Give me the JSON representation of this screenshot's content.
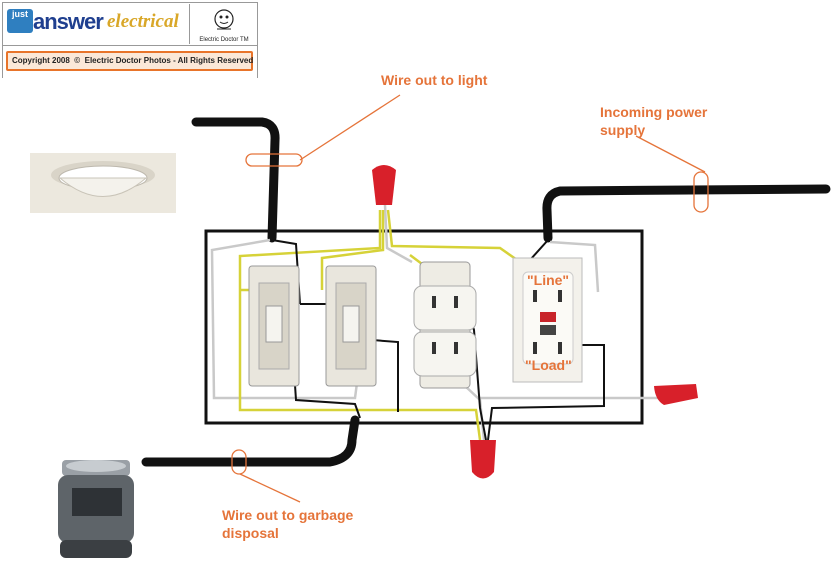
{
  "logo": {
    "just": "just",
    "answer": "answer",
    "electrical": "electrical",
    "doctor_name": "Electric Doctor TM",
    "copyright": "Copyright 2008",
    "copyright_symbol": "©",
    "rights": "Electric Doctor Photos - All Rights Reserved"
  },
  "labels": {
    "wire_out_light": "Wire out to light",
    "incoming_power_1": "Incoming power",
    "incoming_power_2": "supply",
    "garbage_1": "Wire out to garbage",
    "garbage_2": "disposal",
    "line": "\"Line\"",
    "load": "\"Load\""
  },
  "colors": {
    "label": "#e5743a",
    "hot_wire": "#111111",
    "neutral_wire": "#cccccc",
    "ground_wire": "#d6d238",
    "wire_nut": "#d8202a"
  },
  "icons": {
    "fixture": "ceiling-light-icon",
    "disposal": "garbage-disposal-icon"
  }
}
